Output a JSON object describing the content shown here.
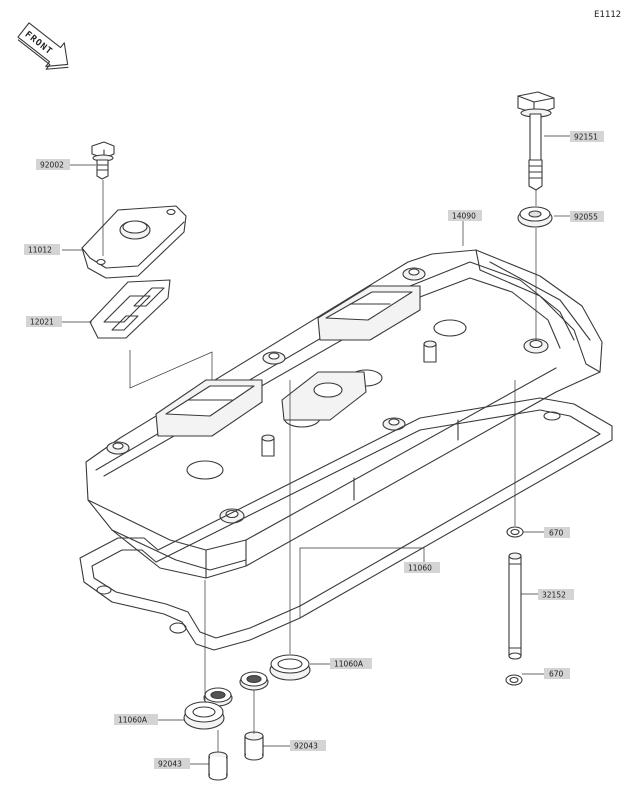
{
  "diagram_code": "E1112",
  "front_label": "FRONT",
  "parts": [
    {
      "id": "p14090",
      "label": "14090"
    },
    {
      "id": "p92151",
      "label": "92151"
    },
    {
      "id": "p92055",
      "label": "92055"
    },
    {
      "id": "p92002",
      "label": "92002"
    },
    {
      "id": "p11012",
      "label": "11012"
    },
    {
      "id": "p12021",
      "label": "12021"
    },
    {
      "id": "p670a",
      "label": "670"
    },
    {
      "id": "p32152",
      "label": "32152"
    },
    {
      "id": "p670b",
      "label": "670"
    },
    {
      "id": "p11060",
      "label": "11060"
    },
    {
      "id": "p11060A1",
      "label": "11060A"
    },
    {
      "id": "p11060A2",
      "label": "11060A"
    },
    {
      "id": "p92043a",
      "label": "92043"
    },
    {
      "id": "p92043b",
      "label": "92043"
    }
  ]
}
